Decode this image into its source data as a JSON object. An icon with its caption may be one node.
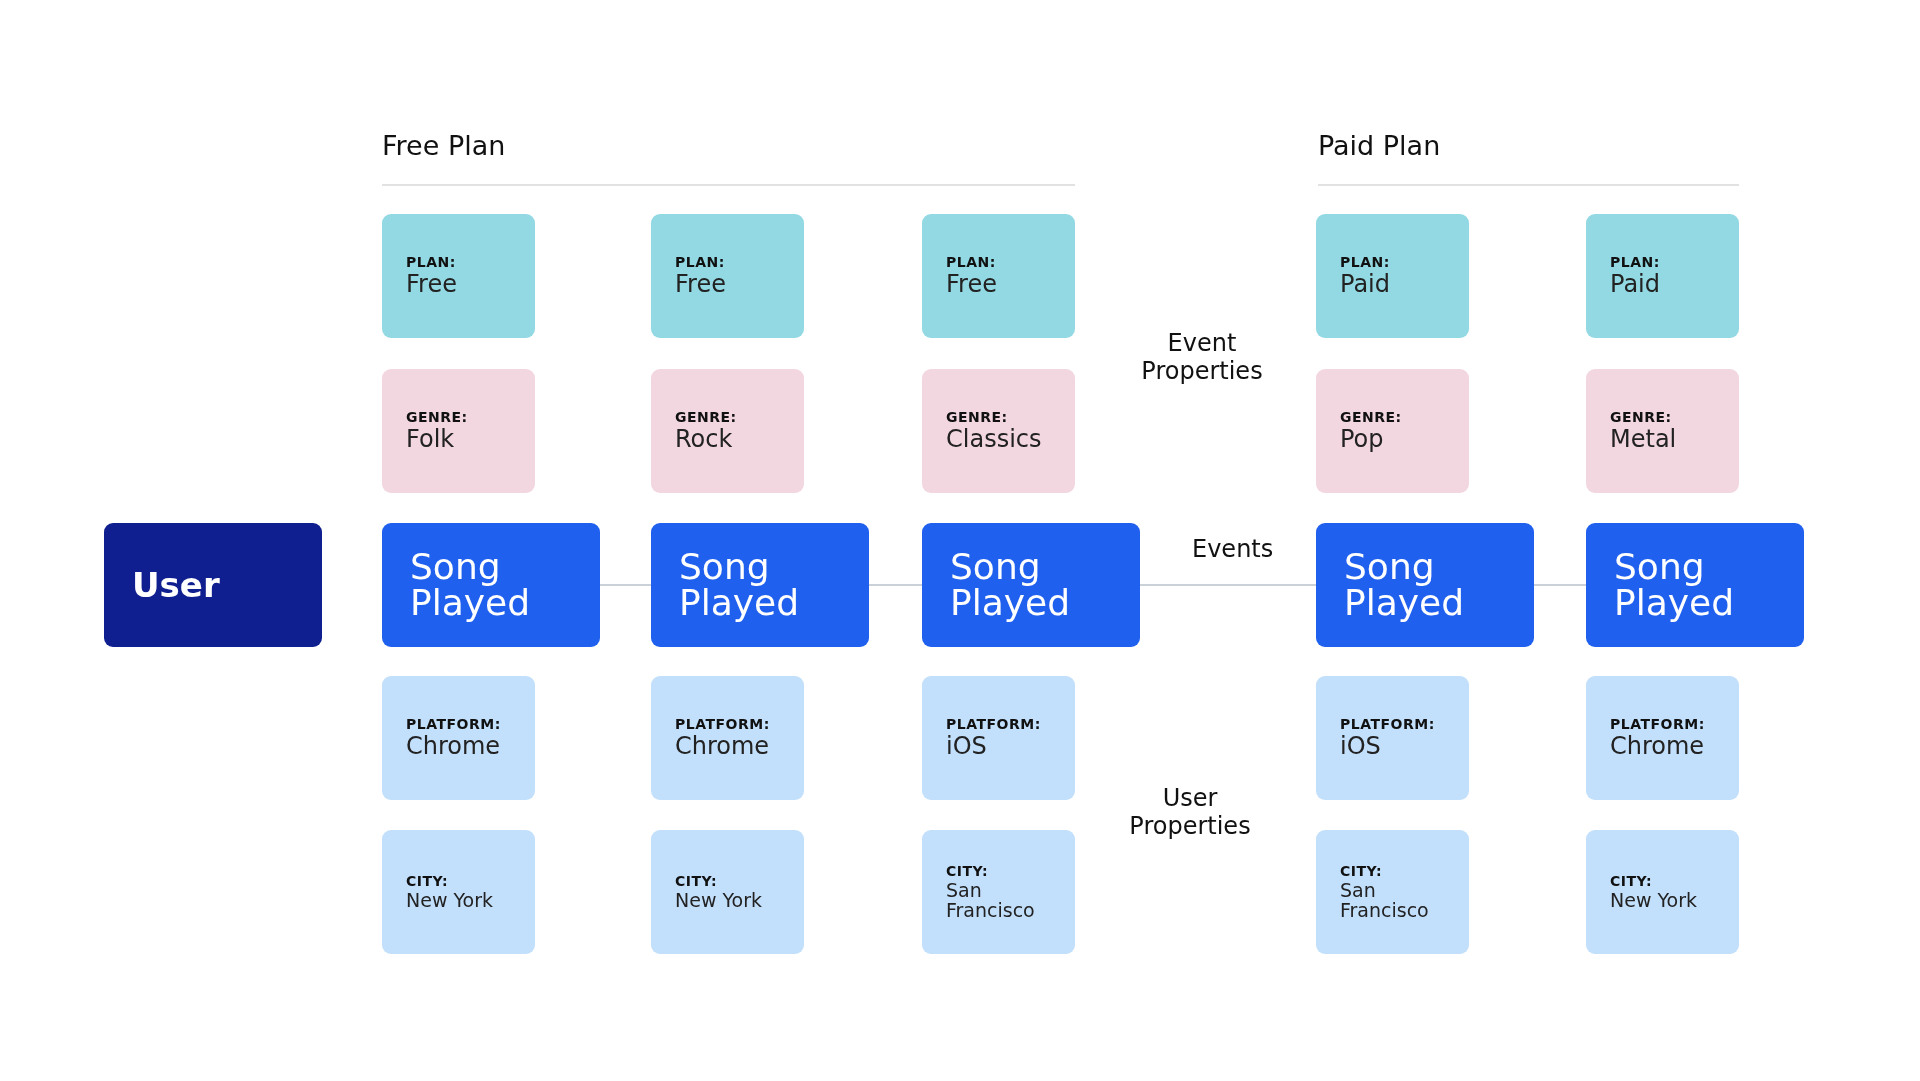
{
  "diagram": {
    "nodes": [
      {
        "text": [
          "User"
        ]
      },
      {
        "text": [
          "PLAN:",
          "Free"
        ]
      },
      {
        "text": [
          "GENRE:",
          "Folk"
        ]
      },
      {
        "text": [
          "Song Played"
        ]
      },
      {
        "text": [
          "PLATFORM:",
          "Chrome"
        ]
      },
      {
        "text": [
          "CITY:",
          "New York"
        ]
      },
      {
        "text": [
          "PLAN:",
          "Free"
        ]
      },
      {
        "text": [
          "GENRE:",
          "Rock"
        ]
      },
      {
        "text": [
          "Song Played"
        ]
      },
      {
        "text": [
          "PLATFORM:",
          "Chrome"
        ]
      },
      {
        "text": [
          "CITY:",
          "New York"
        ]
      },
      {
        "text": [
          "PLAN:",
          "Free"
        ]
      },
      {
        "text": [
          "GENRE:",
          "Classics"
        ]
      },
      {
        "text": [
          "Song Played"
        ]
      },
      {
        "text": [
          "PLATFORM:",
          "iOS"
        ]
      },
      {
        "text": [
          "CITY:",
          "San Francisco"
        ]
      },
      {
        "text": [
          "PLAN:",
          "Paid"
        ]
      },
      {
        "text": [
          "GENRE:",
          "Pop"
        ]
      },
      {
        "text": [
          "Song Played"
        ]
      },
      {
        "text": [
          "PLATFORM:",
          "iOS"
        ]
      },
      {
        "text": [
          "CITY:",
          "San Francisco"
        ]
      },
      {
        "text": [
          "PLAN:",
          "Paid"
        ]
      },
      {
        "text": [
          "GENRE:",
          "Metal"
        ]
      },
      {
        "text": [
          "Song Played"
        ]
      },
      {
        "text": [
          "PLATFORM:",
          "Chrome"
        ]
      },
      {
        "text": [
          "CITY:",
          "New York"
        ]
      }
    ],
    "edges": [
      {
        "from": 3,
        "to": 8,
        "arrow": "none"
      },
      {
        "from": 8,
        "to": 13,
        "arrow": "none"
      },
      {
        "from": 13,
        "to": 18,
        "arrow": "none",
        "label": "Events"
      },
      {
        "from": 18,
        "to": 23,
        "arrow": "none"
      }
    ],
    "labels": [
      "Free Plan",
      "Paid Plan",
      "Event Properties",
      "User Properties"
    ]
  }
}
